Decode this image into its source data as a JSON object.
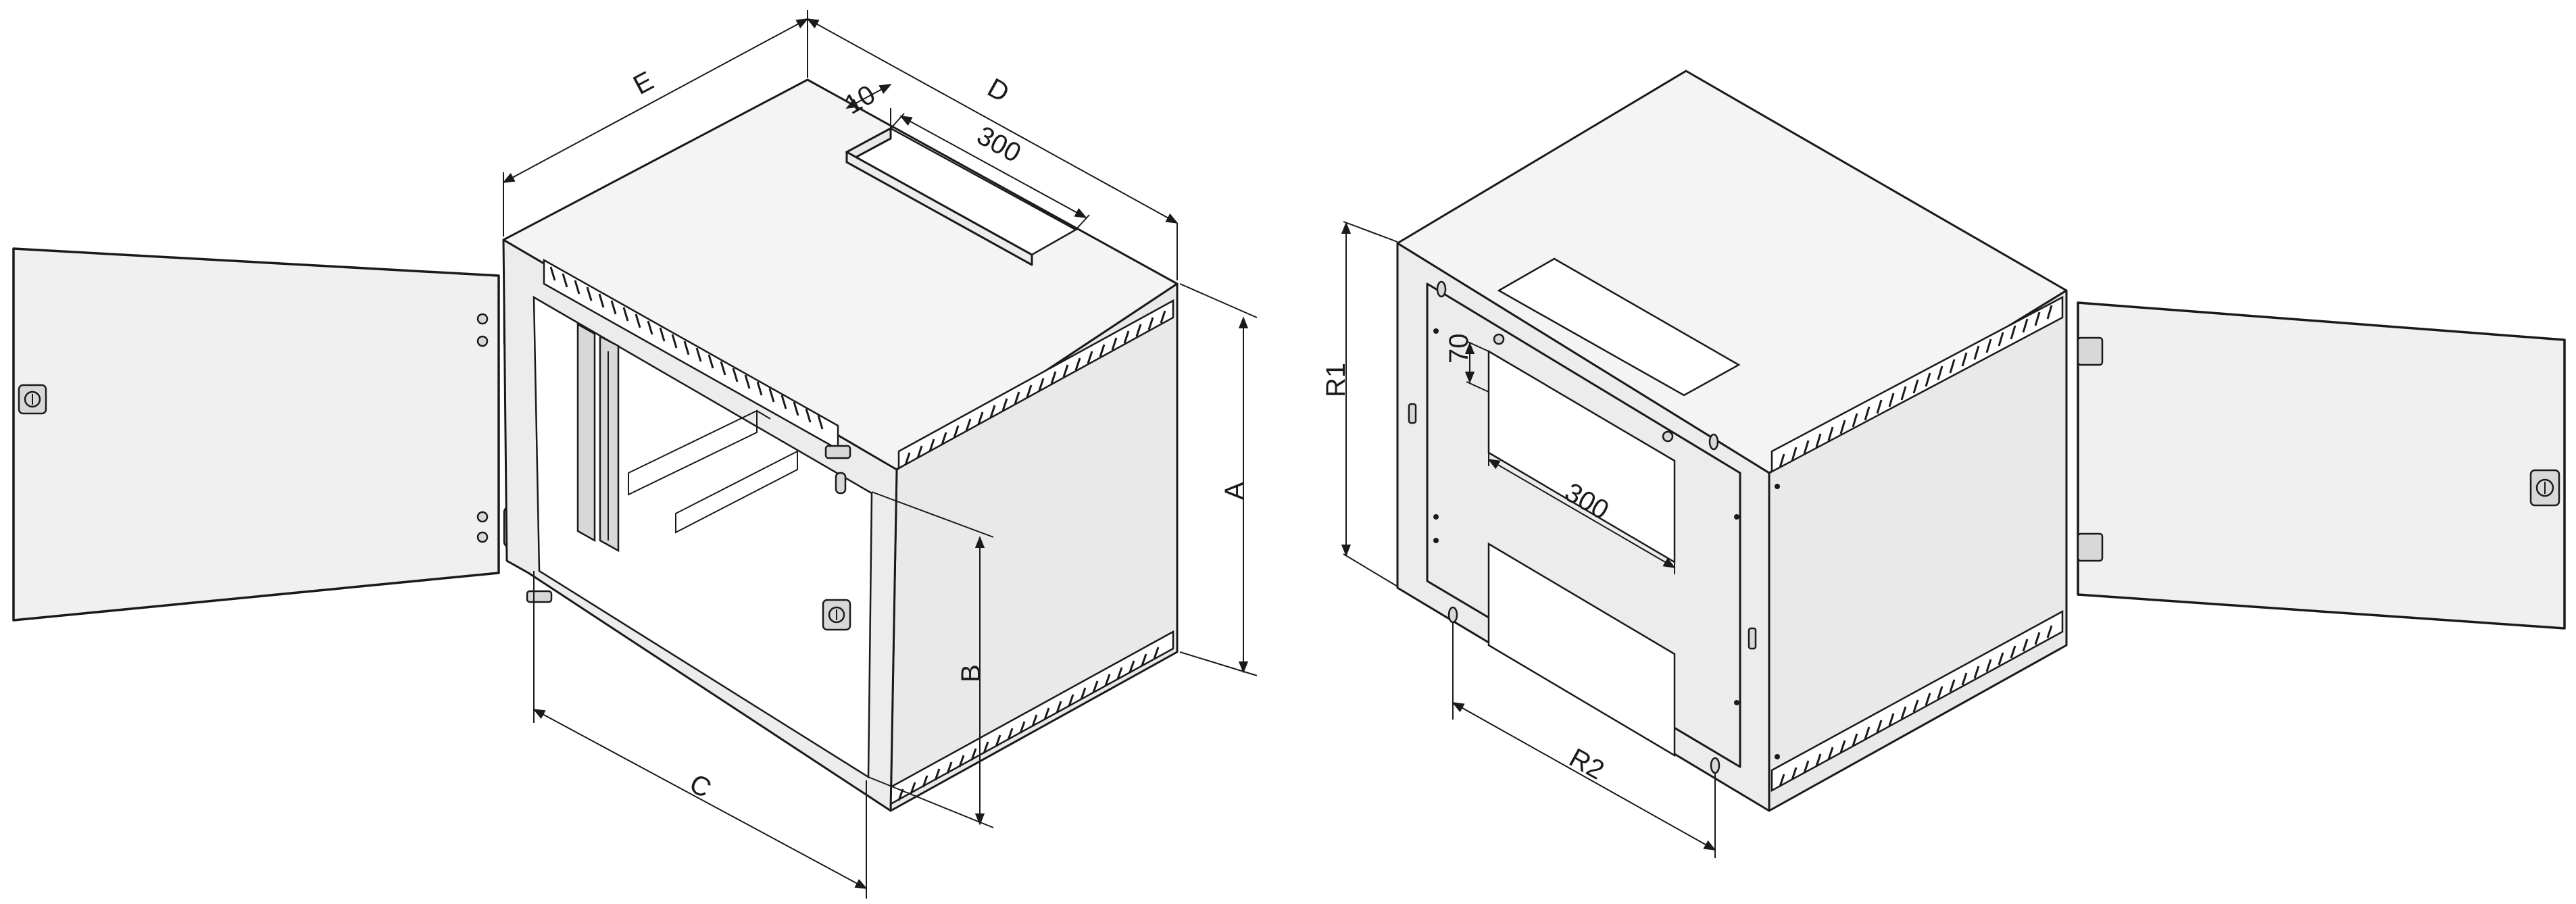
{
  "figure": {
    "left_view": {
      "dimension_labels": {
        "a": "A",
        "b": "B",
        "c": "C",
        "d": "D",
        "e": "E",
        "slot_width": "10",
        "slot_length": "300"
      }
    },
    "right_view": {
      "dimension_labels": {
        "r1": "R1",
        "r2": "R2",
        "slot_width": "70",
        "slot_length": "300"
      }
    }
  }
}
